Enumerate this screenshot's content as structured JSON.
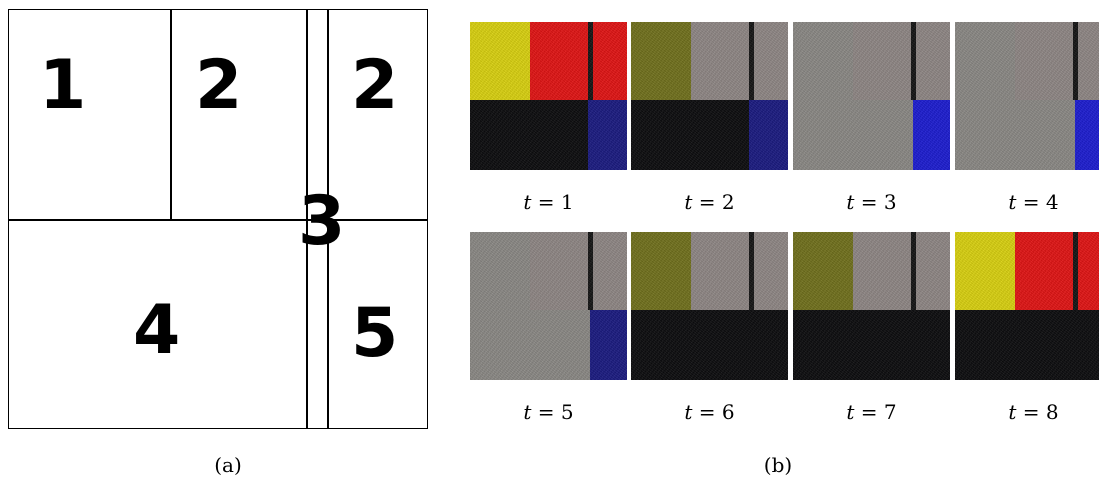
{
  "panel_a": {
    "regions": [
      "1",
      "2",
      "2",
      "3",
      "4",
      "5"
    ],
    "caption": "(a)"
  },
  "panel_b": {
    "caption": "(b)",
    "var": "t",
    "eq": "=",
    "colors": {
      "yellow": "#d8d010",
      "red": "#e01414",
      "black": "#0c0c0e",
      "blue": "#1c1cd0",
      "gray": "#8a8884",
      "gray_pink": "#8e8684",
      "olive": "#70701c",
      "navy": "#1a1a80",
      "stripe": "#141414"
    },
    "frames": [
      {
        "t": "1",
        "top_left": "yellow",
        "top_right": "red",
        "bottom_left": "black",
        "bottom_right": "navy",
        "stripe": true
      },
      {
        "t": "2",
        "top_left": "olive",
        "top_right": "gray_pink",
        "bottom_left": "black",
        "bottom_right": "navy",
        "stripe": true
      },
      {
        "t": "3",
        "top_left": "gray",
        "top_right": "gray_pink",
        "bottom_left": "gray",
        "bottom_right": "blue",
        "stripe": true
      },
      {
        "t": "4",
        "top_left": "gray",
        "top_right": "gray_pink",
        "bottom_left": "gray",
        "bottom_right": "blue",
        "stripe": true
      },
      {
        "t": "5",
        "top_left": "gray",
        "top_right": "gray_pink",
        "bottom_left": "gray",
        "bottom_right": "navy",
        "stripe": true
      },
      {
        "t": "6",
        "top_left": "olive",
        "top_right": "gray_pink",
        "bottom_left": "black",
        "bottom_right": "black",
        "stripe": true
      },
      {
        "t": "7",
        "top_left": "olive",
        "top_right": "gray_pink",
        "bottom_left": "black",
        "bottom_right": "black",
        "stripe": true
      },
      {
        "t": "8",
        "top_left": "yellow",
        "top_right": "red",
        "bottom_left": "black",
        "bottom_right": "black",
        "stripe": true
      }
    ]
  }
}
